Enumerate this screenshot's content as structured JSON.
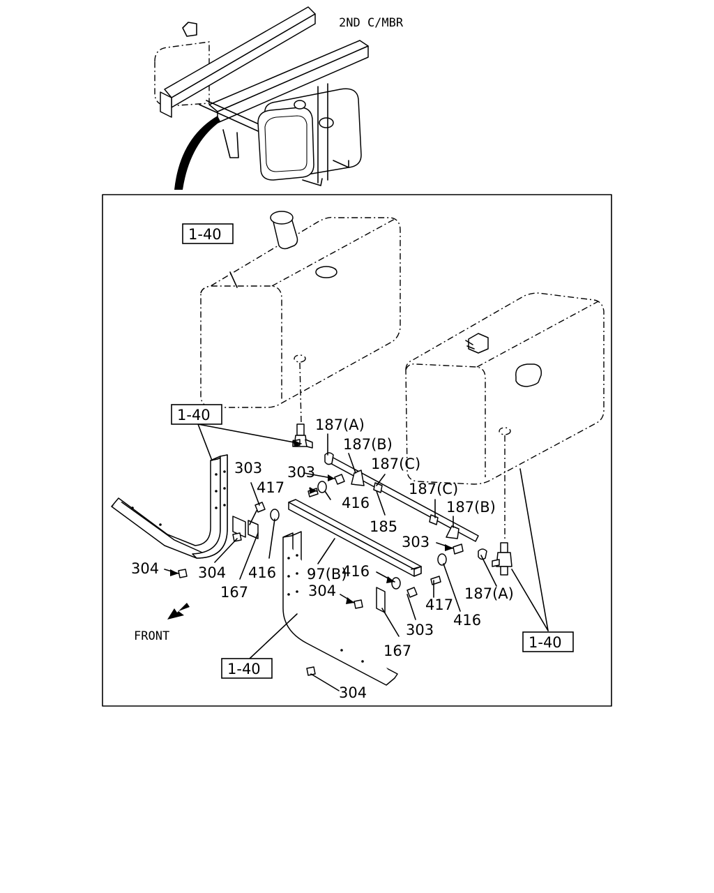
{
  "overview": {
    "label": "2ND C/MBR"
  },
  "front_label": "FRONT",
  "refs": {
    "tank_left": "1-40",
    "bracket_left": "1-40",
    "bracket_center": "1-40",
    "tank_right": "1-40"
  },
  "callouts": {
    "c187a_top": "187(A)",
    "c187b_top": "187(B)",
    "c187c_top": "187(C)",
    "c187c_right": "187(C)",
    "c187b_right": "187(B)",
    "c187a_right": "187(A)",
    "c303_left": "303",
    "c303_mid": "303",
    "c303_right": "303",
    "c303_bottom": "303",
    "c417_top": "417",
    "c417_bottom": "417",
    "c416_mid": "416",
    "c416_left": "416",
    "c416_center": "416",
    "c416_right": "416",
    "c185": "185",
    "c97b": "97(B)",
    "c304_far_left": "304",
    "c304_left": "304",
    "c304_center": "304",
    "c304_bottom": "304",
    "c167_left": "167",
    "c167_bottom": "167"
  }
}
